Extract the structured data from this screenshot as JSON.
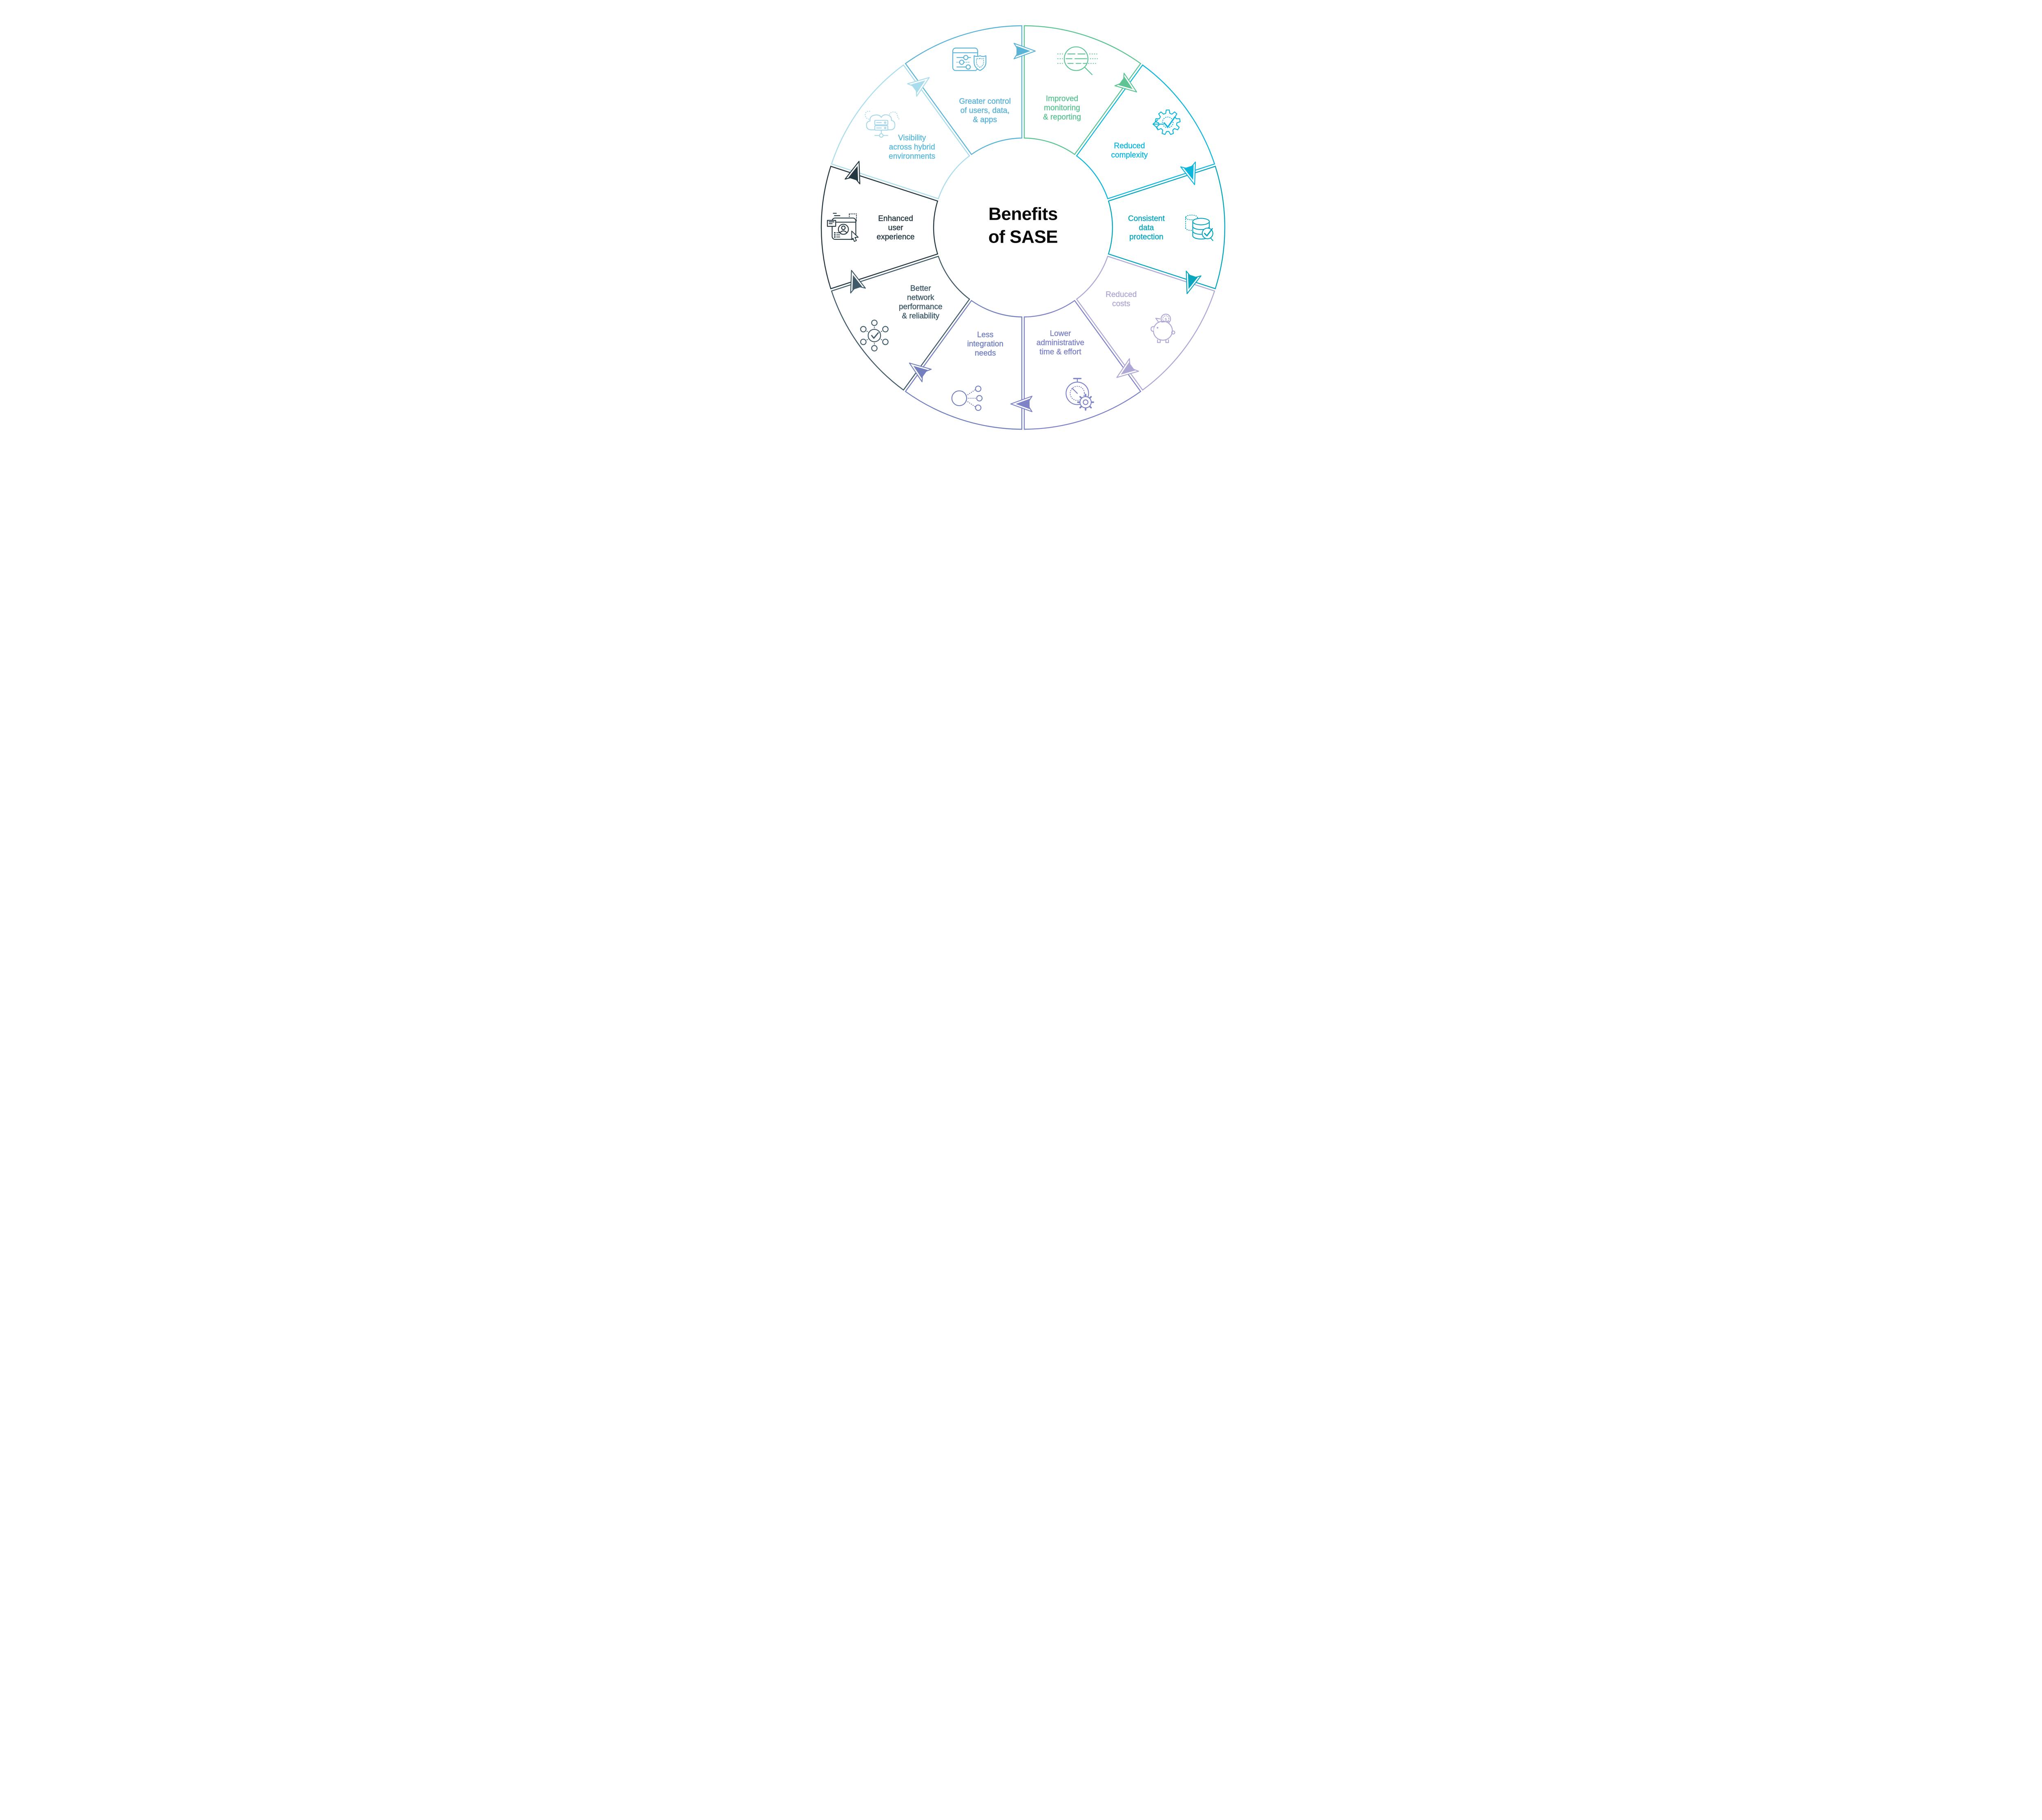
{
  "title": {
    "line1": "Benefits",
    "line2": "of SASE",
    "color": "#0a0a0a"
  },
  "wheel": {
    "direction": "clockwise",
    "background": "#ffffff",
    "segments": [
      {
        "id": "improved-monitoring-reporting",
        "label": "Improved monitoring & reporting",
        "label_lines": [
          "Improved",
          "monitoring",
          "& reporting"
        ],
        "color": "#5ec494",
        "icon": "magnifier-scan-icon"
      },
      {
        "id": "reduced-complexity",
        "label": "Reduced complexity",
        "label_lines": [
          "Reduced",
          "complexity"
        ],
        "color": "#0fb6dc",
        "icon": "gear-check-arrow-icon"
      },
      {
        "id": "consistent-data-protection",
        "label": "Consistent data protection",
        "label_lines": [
          "Consistent",
          "data",
          "protection"
        ],
        "color": "#0aa6be",
        "icon": "database-check-icon"
      },
      {
        "id": "reduced-costs",
        "label": "Reduced costs",
        "label_lines": [
          "Reduced",
          "costs"
        ],
        "color": "#aea8d6",
        "icon": "piggy-bank-icon"
      },
      {
        "id": "lower-administrative-time-effort",
        "label": "Lower administrative time & effort",
        "label_lines": [
          "Lower",
          "administrative",
          "time & effort"
        ],
        "color": "#7e83c7",
        "icon": "stopwatch-gear-icon"
      },
      {
        "id": "less-integration-needs",
        "label": "Less integration needs",
        "label_lines": [
          "Less",
          "integration",
          "needs"
        ],
        "color": "#7480be",
        "icon": "node-fanout-icon"
      },
      {
        "id": "better-network-performance-reliability",
        "label": "Better network performance & reliability",
        "label_lines": [
          "Better",
          "network",
          "performance",
          "& reliability"
        ],
        "color": "#3f5a68",
        "icon": "network-hub-check-icon"
      },
      {
        "id": "enhanced-user-experience",
        "label": "Enhanced user experience",
        "label_lines": [
          "Enhanced",
          "user",
          "experience"
        ],
        "color": "#243741",
        "icon": "user-window-cursor-icon"
      },
      {
        "id": "visibility-across-hybrid-environments",
        "label": "Visibility across hybrid environments",
        "label_lines": [
          "Visibility",
          "across hybrid",
          "environments"
        ],
        "color": "#5cb9da",
        "border_color": "#a9dcec",
        "icon_color": "#a9d8e9",
        "icon": "cloud-servers-icon"
      },
      {
        "id": "greater-control-users-data-apps",
        "label": "Greater control of users, data, & apps",
        "label_lines": [
          "Greater control",
          "of users, data,",
          "& apps"
        ],
        "color": "#5bb3d7",
        "icon": "sliders-shield-icon"
      }
    ]
  }
}
